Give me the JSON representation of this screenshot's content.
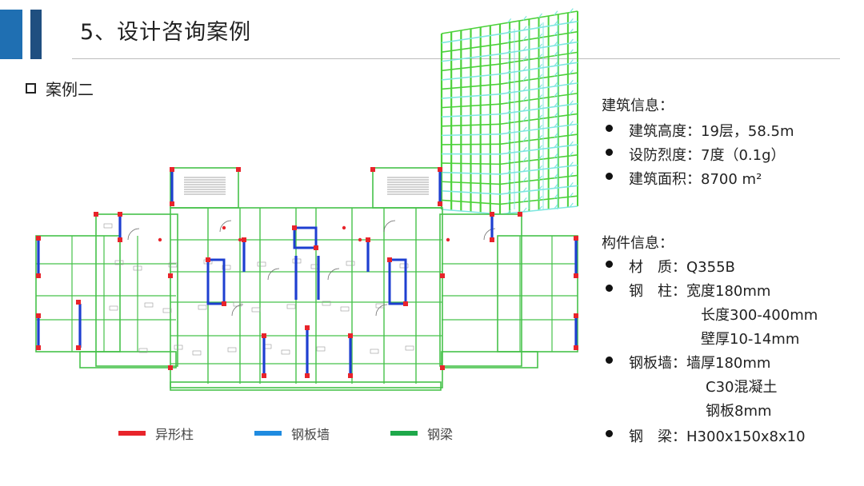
{
  "header": {
    "title": "5、设计咨询案例",
    "accent_colors": [
      "#1f6fb2",
      "#1f4f80"
    ]
  },
  "section": {
    "label": "案例二"
  },
  "building_info": {
    "heading": "建筑信息：",
    "items": [
      {
        "label": "建筑高度：19层，58.5m"
      },
      {
        "label": "设防烈度：7度（0.1g）"
      },
      {
        "label": "建筑面积：8700 m²"
      }
    ]
  },
  "component_info": {
    "heading": "构件信息：",
    "material": "材　质：Q355B",
    "column_label": "钢　柱：",
    "column_lines": [
      "宽度180mm",
      "长度300-400mm",
      "壁厚10-14mm"
    ],
    "wall_label": "钢板墙：",
    "wall_lines": [
      "墙厚180mm",
      "C30混凝土",
      "钢板8mm"
    ],
    "beam": "钢　梁：H300x150x8x10"
  },
  "legend": {
    "items": [
      {
        "label": "异形柱",
        "color": "#e8242b"
      },
      {
        "label": "钢板墙",
        "color": "#1f8be0"
      },
      {
        "label": "钢梁",
        "color": "#1ea84a"
      }
    ]
  }
}
